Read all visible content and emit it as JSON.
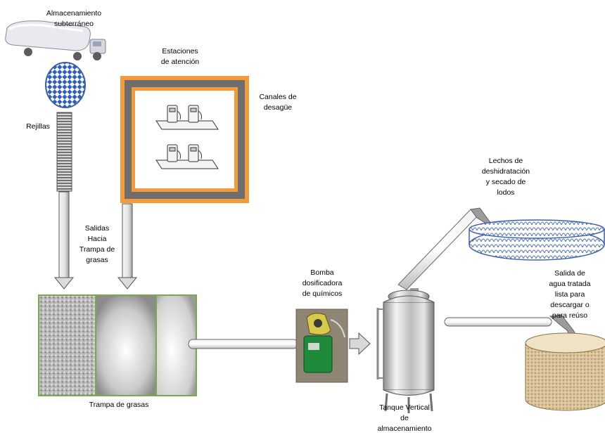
{
  "labels": {
    "storage": [
      "Almacenamiento",
      "subterráneo"
    ],
    "stations": [
      "Estaciones",
      "de atención"
    ],
    "drains": [
      "Canales de",
      "desagüe"
    ],
    "grates": "Rejillas",
    "outlets": [
      "Salidas",
      "Hacia",
      "Trampa de",
      "grasas"
    ],
    "grease_trap": "Trampa de grasas",
    "pump": [
      "Bomba",
      "dosificadora",
      "de químicos"
    ],
    "tank": [
      "Tanque Vertical",
      "de",
      "almacenamiento"
    ],
    "beds": [
      "Lechos de",
      "deshidratación",
      "y secado de",
      "lodos"
    ],
    "treated_out": [
      "Salida de",
      "agua tratada",
      "lista para",
      "descargar o",
      "para  reúso"
    ]
  }
}
